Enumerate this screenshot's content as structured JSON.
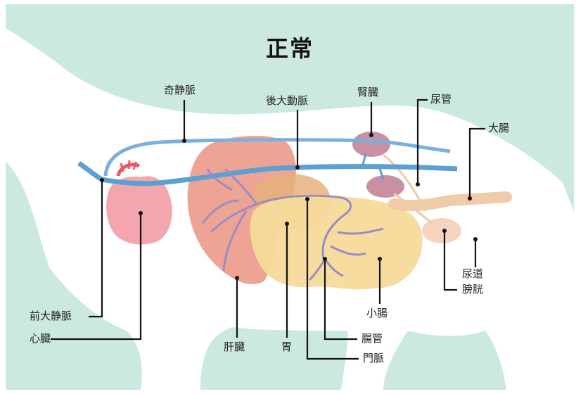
{
  "title": "正常",
  "labels": {
    "kisei_jomyaku": "奇静脈",
    "go_daidomyaku": "後大動脈",
    "jinzo": "腎臓",
    "nyokan": "尿管",
    "daicho": "大腸",
    "nyodo": "尿道",
    "bokou": "膀胱",
    "zen_dai_jomyaku": "前大静脈",
    "shinzo": "心臓",
    "kanzo": "肝臓",
    "i": "胃",
    "shocho": "小腸",
    "chokan": "腸管",
    "monmyaku": "門脈"
  },
  "colors": {
    "background": "#cce9e0",
    "body": "#ffffff",
    "vessel": "#5b9fd3",
    "heart": "#f4a6ae",
    "liver": "#ec9f8f",
    "stomach": "#e6b07c",
    "intestine": "#f7da9a",
    "kidney": "#c98fa3",
    "portal_vein": "#9b8cc2",
    "leader": "#111111"
  }
}
